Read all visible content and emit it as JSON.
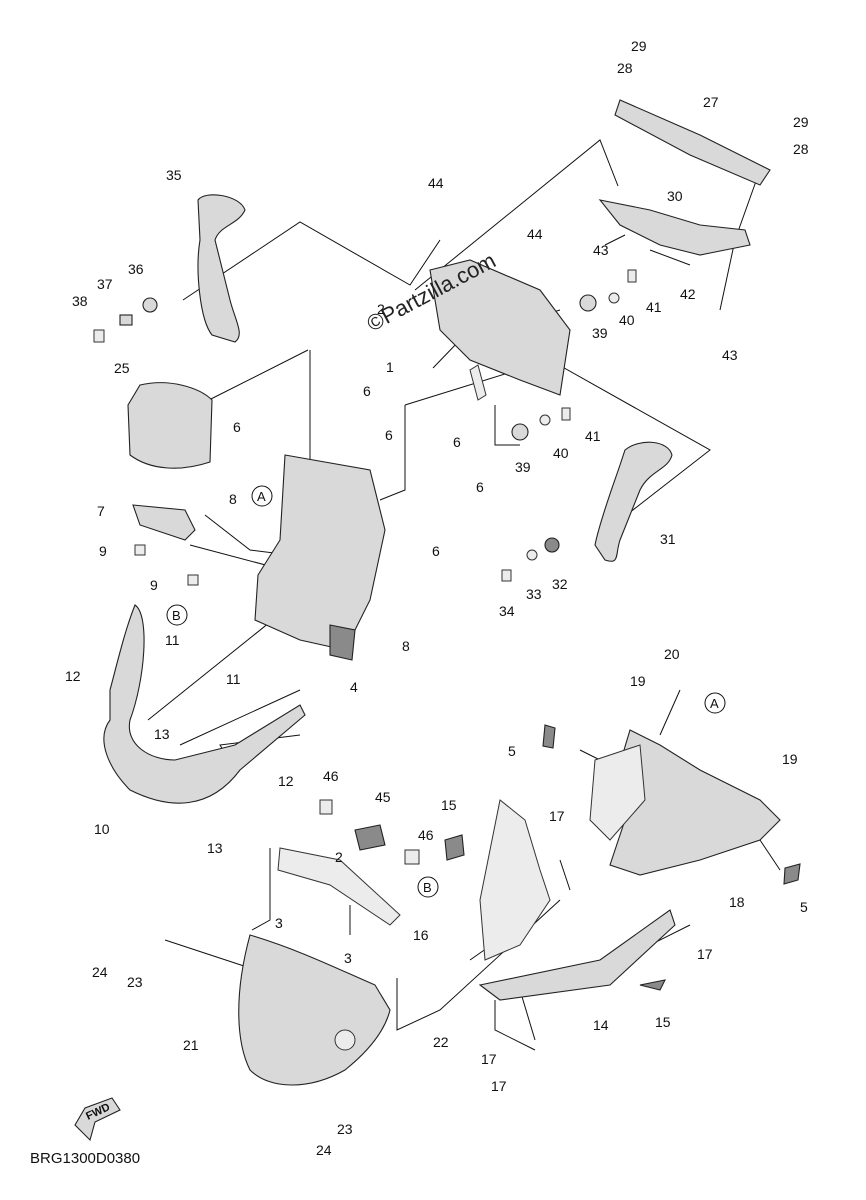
{
  "diagram": {
    "code": "BRG1300D0380",
    "watermark": "©Partzilla.com",
    "fwd_label": "FWD",
    "ref_markers": [
      "A",
      "B"
    ],
    "part_numbers": [
      {
        "n": "1"
      },
      {
        "n": "2"
      },
      {
        "n": "2"
      },
      {
        "n": "3"
      },
      {
        "n": "3"
      },
      {
        "n": "4"
      },
      {
        "n": "5"
      },
      {
        "n": "5"
      },
      {
        "n": "6"
      },
      {
        "n": "6"
      },
      {
        "n": "6"
      },
      {
        "n": "6"
      },
      {
        "n": "6"
      },
      {
        "n": "6"
      },
      {
        "n": "7"
      },
      {
        "n": "8"
      },
      {
        "n": "8"
      },
      {
        "n": "9"
      },
      {
        "n": "9"
      },
      {
        "n": "10"
      },
      {
        "n": "11"
      },
      {
        "n": "11"
      },
      {
        "n": "12"
      },
      {
        "n": "12"
      },
      {
        "n": "13"
      },
      {
        "n": "13"
      },
      {
        "n": "14"
      },
      {
        "n": "15"
      },
      {
        "n": "15"
      },
      {
        "n": "16"
      },
      {
        "n": "17"
      },
      {
        "n": "17"
      },
      {
        "n": "17"
      },
      {
        "n": "17"
      },
      {
        "n": "18"
      },
      {
        "n": "19"
      },
      {
        "n": "19"
      },
      {
        "n": "20"
      },
      {
        "n": "21"
      },
      {
        "n": "22"
      },
      {
        "n": "23"
      },
      {
        "n": "23"
      },
      {
        "n": "24"
      },
      {
        "n": "24"
      },
      {
        "n": "25"
      },
      {
        "n": "27"
      },
      {
        "n": "28"
      },
      {
        "n": "28"
      },
      {
        "n": "29"
      },
      {
        "n": "29"
      },
      {
        "n": "30"
      },
      {
        "n": "31"
      },
      {
        "n": "32"
      },
      {
        "n": "33"
      },
      {
        "n": "34"
      },
      {
        "n": "35"
      },
      {
        "n": "36"
      },
      {
        "n": "37"
      },
      {
        "n": "38"
      },
      {
        "n": "39"
      },
      {
        "n": "39"
      },
      {
        "n": "40"
      },
      {
        "n": "40"
      },
      {
        "n": "41"
      },
      {
        "n": "41"
      },
      {
        "n": "42"
      },
      {
        "n": "43"
      },
      {
        "n": "43"
      },
      {
        "n": "44"
      },
      {
        "n": "44"
      },
      {
        "n": "45"
      },
      {
        "n": "46"
      },
      {
        "n": "46"
      }
    ]
  }
}
